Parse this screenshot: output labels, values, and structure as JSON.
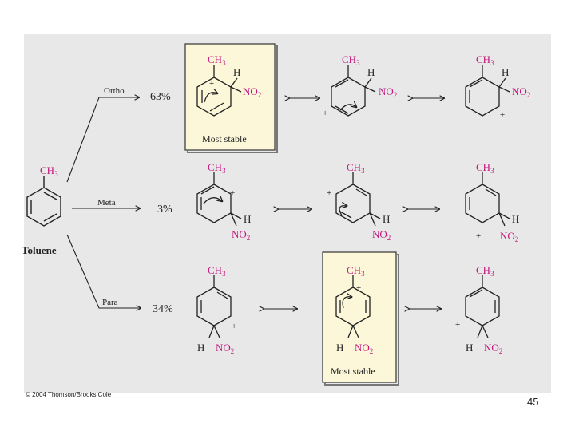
{
  "colors": {
    "magenta": "#c2187e",
    "stable_box": "#fcf7d8",
    "panel": "#e8e8e8"
  },
  "substituents": {
    "ch3": "CH",
    "ch3_sub": "3",
    "h": "H",
    "no2": "NO",
    "no2_sub": "2",
    "plus": "+"
  },
  "toluene": {
    "label": "Toluene"
  },
  "routes": [
    {
      "name": "Ortho",
      "percent": "63%"
    },
    {
      "name": "Meta",
      "percent": "3%"
    },
    {
      "name": "Para",
      "percent": "34%"
    }
  ],
  "stable_label": "Most stable",
  "footer": {
    "copyright": "© 2004 Thomson/Brooks Cole",
    "page_number": "45"
  }
}
